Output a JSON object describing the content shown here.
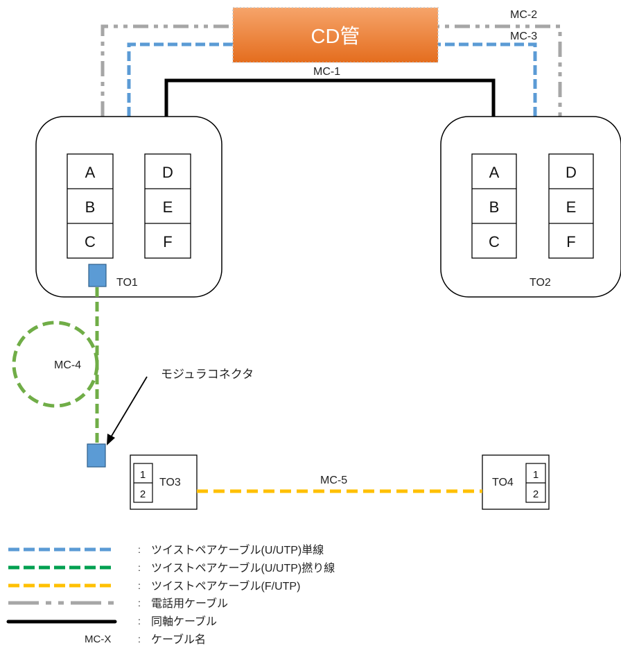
{
  "cd_pipe": {
    "label": "CD管"
  },
  "cables": {
    "mc1": "MC-1",
    "mc2": "MC-2",
    "mc3": "MC-3",
    "mc4": "MC-4",
    "mc5": "MC-5"
  },
  "outlets": {
    "to1": {
      "name": "TO1",
      "ports": [
        "A",
        "B",
        "C",
        "D",
        "E",
        "F"
      ]
    },
    "to2": {
      "name": "TO2",
      "ports": [
        "A",
        "B",
        "C",
        "D",
        "E",
        "F"
      ]
    },
    "to3": {
      "name": "TO3",
      "ports": [
        "1",
        "2"
      ]
    },
    "to4": {
      "name": "TO4",
      "ports": [
        "1",
        "2"
      ]
    }
  },
  "annotation": {
    "modular_connector": "モジュラコネクタ"
  },
  "legend": {
    "separator": ":",
    "items": [
      {
        "line": "blue-dashed",
        "color": "#5b9bd5",
        "label": "ツイストペアケーブル(U/UTP)単線"
      },
      {
        "line": "green-dashed",
        "color": "#00a050",
        "label": "ツイストペアケーブル(U/UTP)撚り線"
      },
      {
        "line": "yellow-dashed",
        "color": "#ffc000",
        "label": "ツイストペアケーブル(F/UTP)"
      },
      {
        "line": "gray-dash-dot",
        "color": "#a6a6a6",
        "label": "電話用ケーブル"
      },
      {
        "line": "black-solid",
        "color": "#000000",
        "label": "同軸ケーブル"
      }
    ],
    "name_item": {
      "sample": "MC-X",
      "label": "ケーブル名"
    }
  },
  "colors": {
    "pipe_top": "#f6a46a",
    "pipe_bottom": "#e46d1e",
    "connector": "#5b9bd5",
    "mc4_green": "#70ad47",
    "mc5_yellow": "#ffc000"
  }
}
